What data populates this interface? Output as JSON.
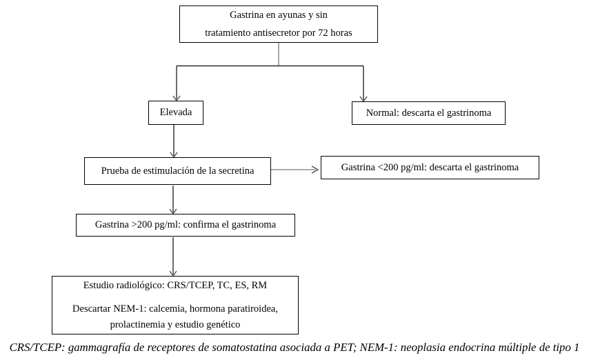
{
  "diagram": {
    "nodes": {
      "start": {
        "lines": [
          "Gastrina en ayunas y sin",
          "tratamiento antisecretor por 72 horas"
        ]
      },
      "elevada": {
        "label": "Elevada"
      },
      "normal": {
        "label": "Normal: descarta el gastrinoma"
      },
      "secretina": {
        "label": "Prueba de estimulación de la secretina"
      },
      "lt200": {
        "label": "Gastrina <200 pg/ml: descarta el gastrinoma"
      },
      "gt200": {
        "label": "Gastrina >200 pg/ml: confirma el gastrinoma"
      },
      "estudio": {
        "line1": "Estudio radiológico: CRS/TCEP, TC, ES, RM",
        "line2": "Descartar NEM-1: calcemia, hormona paratiroidea,",
        "line3": "prolactinemia y estudio genético"
      }
    },
    "footnote": "CRS/TCEP: gammagrafía de receptores de somatostatina asociada a PET; NEM-1: neoplasia endocrina múltiple de tipo 1",
    "colors": {
      "background": "#ffffff",
      "box_border": "#000000",
      "text": "#000000",
      "connector_dark": "#2b2b2b",
      "connector_gray": "#8f8f8f"
    }
  }
}
